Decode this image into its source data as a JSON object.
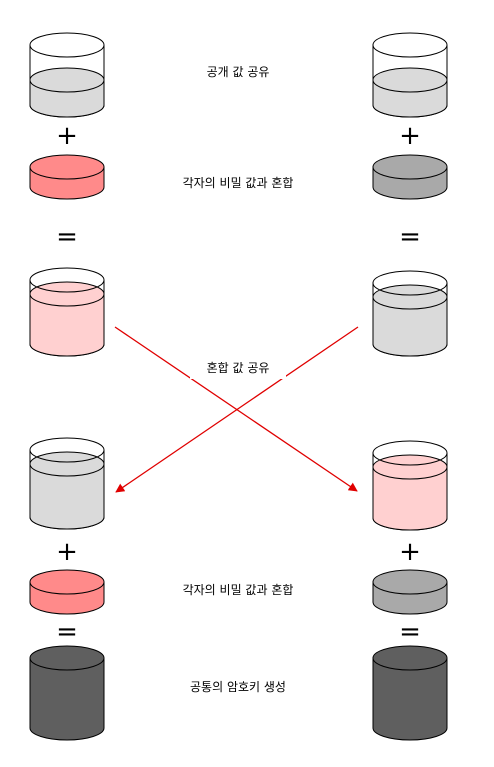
{
  "steps": {
    "share_public": "공개 값 공유",
    "mix_secret": "각자의 비밀 값과 혼합",
    "share_mixed": "혼합 값 공유",
    "mix_secret_again": "각자의 비밀 값과 혼합",
    "result": "공통의 암호키 생성"
  },
  "operators": {
    "plus": "+",
    "equals": "="
  },
  "colors": {
    "public_liquid": "#dadada",
    "left_secret": "#ff8a8a",
    "right_secret": "#a9a9a9",
    "left_mixed": "#ffd0d0",
    "right_mixed": "#dadada",
    "shared_key": "#5f5f5f",
    "arrow": "#e00000",
    "outline": "#000000"
  }
}
